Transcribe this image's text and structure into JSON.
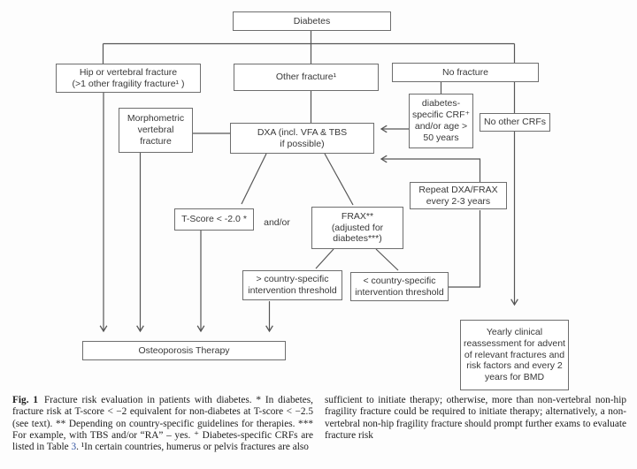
{
  "figure": {
    "nodes": {
      "diabetes": "Diabetes",
      "hip_vertebral": "Hip or vertebral fracture\n(>1 other fragility fracture¹ )",
      "other_fracture": "Other fracture¹",
      "no_fracture": "No fracture",
      "morphometric": "Morphometric\nvertebral\nfracture",
      "dxa": "DXA (incl. VFA & TBS\nif possible)",
      "diabetes_crf": "diabetes-\nspecific CRF⁺\nand/or age >\n50 years",
      "no_other_crf": "No other CRFs",
      "repeat_dxa": "Repeat DXA/FRAX\nevery 2-3 years",
      "tscore": "T-Score < -2.0 *",
      "andor": "and/or",
      "frax": "FRAX**\n(adjusted for\ndiabetes***)",
      "gt_threshold": "> country-specific\nintervention threshold",
      "lt_threshold": "< country-specific\nintervention threshold",
      "osteoporosis": "Osteoporosis Therapy",
      "yearly": "Yearly clinical\nreassessment for advent\nof relevant fractures and\nrisk factors and every 2\nyears for BMD"
    },
    "edges": [
      "diabetes -> hip_vertebral",
      "diabetes -> other_fracture",
      "diabetes -> no_fracture",
      "other_fracture -> dxa",
      "no_fracture -> diabetes_crf",
      "no_fracture -> no_other_crf",
      "diabetes_crf -> dxa (arrow)",
      "morphometric -> dxa",
      "dxa -> tscore",
      "dxa -> frax",
      "hip_vertebral -> osteoporosis (arrow)",
      "morphometric -> osteoporosis (arrow)",
      "tscore -> osteoporosis (arrow)",
      "frax -> gt_threshold",
      "frax -> lt_threshold",
      "gt_threshold -> osteoporosis (arrow)",
      "lt_threshold -> repeat_dxa",
      "repeat_dxa -> dxa (arrow)",
      "no_other_crf -> yearly (arrow)"
    ],
    "line_color": "#565656",
    "box_border_color": "#6e6e6e"
  },
  "caption": {
    "fig_label": "Fig. 1",
    "left_before_link": "Fracture risk evaluation in patients with diabetes. * In diabetes, fracture risk at T-score < −2 equivalent for non-diabetes at T-score < −2.5 (see text). ** Depending on country-specific guidelines for therapies. *** For example, with TBS and/or “RA” – yes. ⁺ Diabetes-specific CRFs are listed in Table ",
    "table_link": "3",
    "left_after_link": ". ¹In certain countries, humerus or pelvis fractures are also",
    "right_text": "sufficient to initiate therapy; otherwise, more than non-vertebral non-hip fragility fracture could be required to initiate therapy; alternatively, a non-vertebral non-hip fragility fracture should prompt further exams to evaluate fracture risk"
  }
}
